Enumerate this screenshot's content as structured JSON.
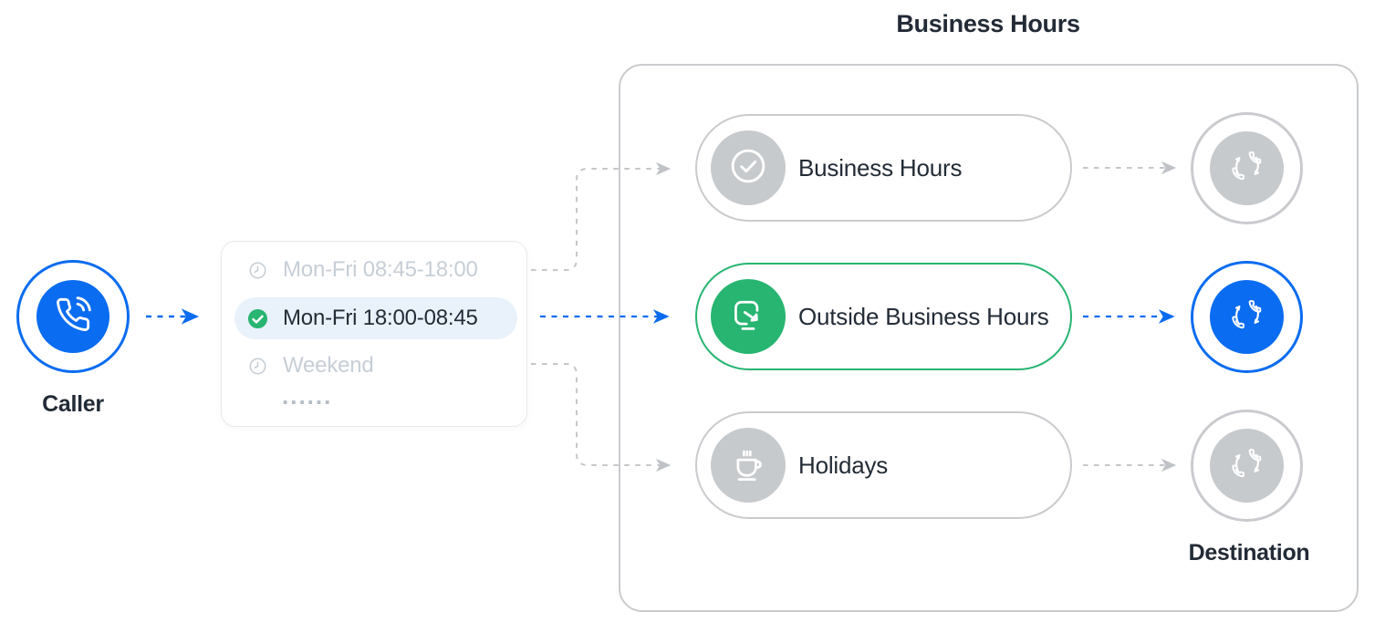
{
  "diagram": {
    "type": "call-flow-routing"
  },
  "colors": {
    "blue": "#0a6cf0",
    "green": "#27b571",
    "gray-fill": "#c7cacd",
    "border-gray": "#c9cbce",
    "connector": "#c5c7ca",
    "muted-text": "#c7ced6",
    "dark-text": "#232c37",
    "highlight-bg": "#e9f1fb"
  },
  "caller": {
    "label": "Caller",
    "icon": "phone-call-icon"
  },
  "schedule": {
    "items": [
      {
        "label": "Mon-Fri 08:45-18:00",
        "icon": "clock-icon",
        "state": "inactive"
      },
      {
        "label": "Mon-Fri 18:00-08:45",
        "icon": "check-circle-icon",
        "state": "selected"
      },
      {
        "label": "Weekend",
        "icon": "clock-icon",
        "state": "inactive"
      },
      {
        "label": "......",
        "icon": "ellipsis",
        "state": "inactive"
      }
    ]
  },
  "business_hours_group": {
    "title": "Business Hours",
    "branches": [
      {
        "label": "Business Hours",
        "icon": "check-circle-icon",
        "state": "inactive"
      },
      {
        "label": "Outside Business Hours",
        "icon": "sign-out-icon",
        "state": "active"
      },
      {
        "label": "Holidays",
        "icon": "coffee-cup-icon",
        "state": "inactive"
      }
    ]
  },
  "destinations": {
    "label": "Destination",
    "icon": "call-transfer-icon",
    "nodes": [
      {
        "state": "inactive"
      },
      {
        "state": "active"
      },
      {
        "state": "inactive"
      }
    ]
  }
}
